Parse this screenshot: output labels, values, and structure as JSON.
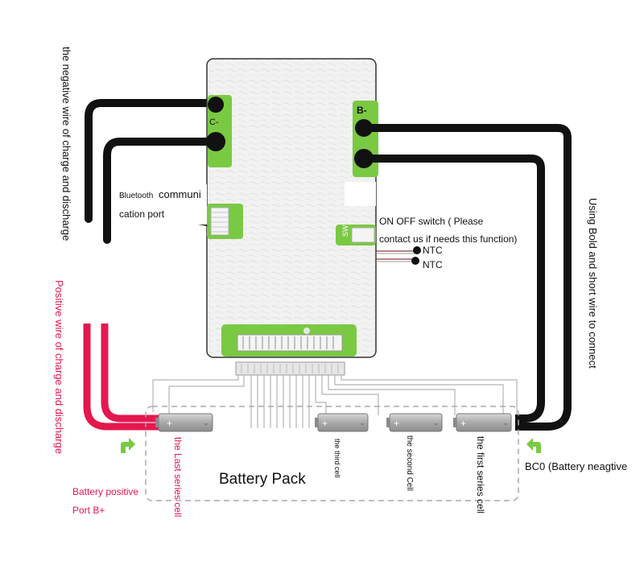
{
  "labels": {
    "negative_wire": "the negative wire of charge and discharge",
    "positive_wire": "Positive wire of charge and discharge",
    "bluetooth_small": "Bluetooth",
    "bluetooth_line1_rest": "communi",
    "bluetooth_line2": "cation port",
    "c_minus": "C-",
    "b_minus": "B-",
    "sw": "SW",
    "on_off_line1": "ON OFF switch ( Please",
    "on_off_line2": "contact us if needs this function)",
    "ntc1": "NTC",
    "ntc2": "NTC",
    "using_bold": "Using Bold and short wire to connect",
    "battery_pack": "Battery Pack",
    "last_cell": "the Last series cell",
    "third_cell": "the third cell",
    "second_cell": "the second Cell",
    "first_cell": "the first series cell",
    "bc0": "BC0 (Battery neagtive",
    "battery_positive_line1": "Battery positive",
    "battery_positive_line2": "Port B+"
  },
  "colors": {
    "red": "#e5174f",
    "green": "#7ac943",
    "black": "#111111",
    "board": "#f2f2f2",
    "gray": "#9a9a9a"
  }
}
